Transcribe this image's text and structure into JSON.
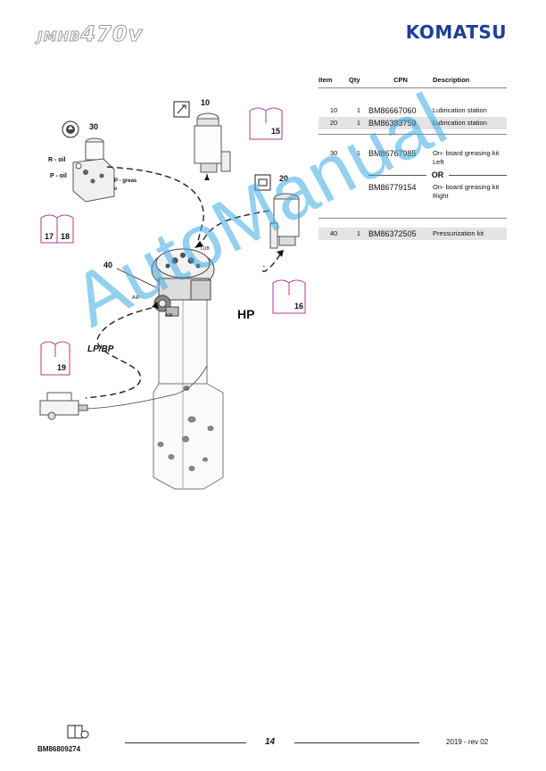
{
  "header": {
    "model_prefix": "JMHB",
    "model_number": "470v",
    "brand": "KOMATSU"
  },
  "parts_table": {
    "headers": {
      "item": "Item",
      "qty": "Qty",
      "cpn": "CPN",
      "description": "Description"
    },
    "rows": [
      {
        "item": "10",
        "qty": "1",
        "cpn": "BM86667060",
        "description": "Lubrication station"
      },
      {
        "item": "20",
        "qty": "1",
        "cpn": "BM86383759",
        "description": "Lubrication station"
      },
      {
        "item": "30",
        "qty": "1",
        "cpn": "BM86767985",
        "description": "On- board greasing kit Left"
      },
      {
        "item": "",
        "qty": "",
        "cpn": "BM86779154",
        "description": "On- board greasing kit Right"
      },
      {
        "item": "40",
        "qty": "1",
        "cpn": "BM86372505",
        "description": "Pressurization kit"
      }
    ],
    "or_label": "OR"
  },
  "diagram": {
    "callouts": {
      "c10": "10",
      "c20": "20",
      "c30": "30",
      "c40": "40"
    },
    "books": {
      "b15": "15",
      "b16": "16",
      "b17": "17",
      "b18": "18",
      "b19": "19"
    },
    "labels": {
      "r_oil": "R - oil",
      "p_oil": "P - oil",
      "p_grease": "P - greas",
      "p_grease_tail": "e",
      "lub": "LUB",
      "air1": "AIR",
      "air2": "AIR",
      "hp": "HP",
      "lpbp": "LP/BP"
    }
  },
  "watermark": "AutoManual",
  "footer": {
    "code": "BM86809274",
    "page": "14",
    "date": "2019 -  rev 02"
  }
}
